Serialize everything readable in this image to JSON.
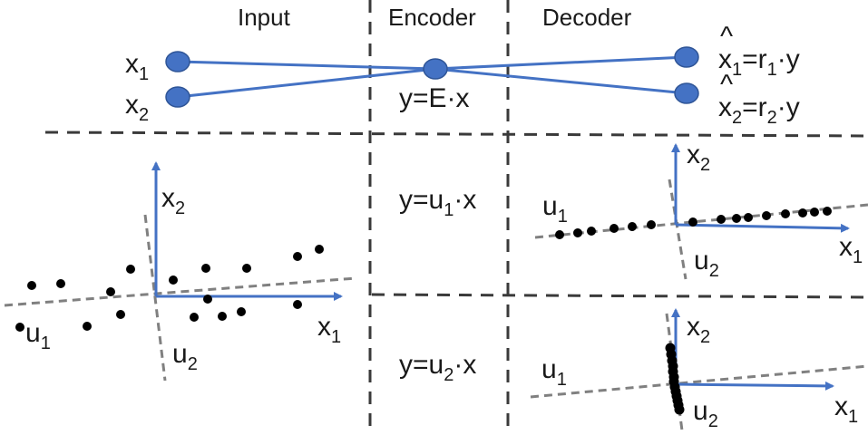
{
  "headers": {
    "input": "Input",
    "encoder": "Encoder",
    "decoder": "Decoder"
  },
  "network": {
    "x1_base": "x",
    "x1_sub": "1",
    "x2_base": "x",
    "x2_sub": "2",
    "encoder_eq": "y=E·x",
    "xhat1": {
      "hat": "^",
      "base": "x",
      "sub": "1",
      "eq": "=r",
      "eq_sub": "1",
      "tail": "·y"
    },
    "xhat2": {
      "hat": "^",
      "base": "x",
      "sub": "2",
      "eq": "=r",
      "eq_sub": "2",
      "tail": "·y"
    }
  },
  "input_plot": {
    "x1_base": "x",
    "x1_sub": "1",
    "x2_base": "x",
    "x2_sub": "2",
    "u1_base": "u",
    "u1_sub": "1",
    "u2_base": "u",
    "u2_sub": "2"
  },
  "encoders": {
    "first": {
      "pre": "y=u",
      "sub": "1",
      "post": "·x"
    },
    "second": {
      "pre": "y=u",
      "sub": "2",
      "post": "·x"
    }
  },
  "decoder_top": {
    "x1_base": "x",
    "x1_sub": "1",
    "x2_base": "x",
    "x2_sub": "2",
    "u1_base": "u",
    "u1_sub": "1",
    "u2_base": "u",
    "u2_sub": "2"
  },
  "decoder_bottom": {
    "x1_base": "x",
    "x1_sub": "1",
    "x2_base": "x",
    "x2_sub": "2",
    "u1_base": "u",
    "u1_sub": "1",
    "u2_base": "u",
    "u2_sub": "2"
  },
  "colors": {
    "axis_blue": "#4472c4",
    "dash_gray": "#808080",
    "divider": "#3a3a3a",
    "points": "#000000"
  }
}
